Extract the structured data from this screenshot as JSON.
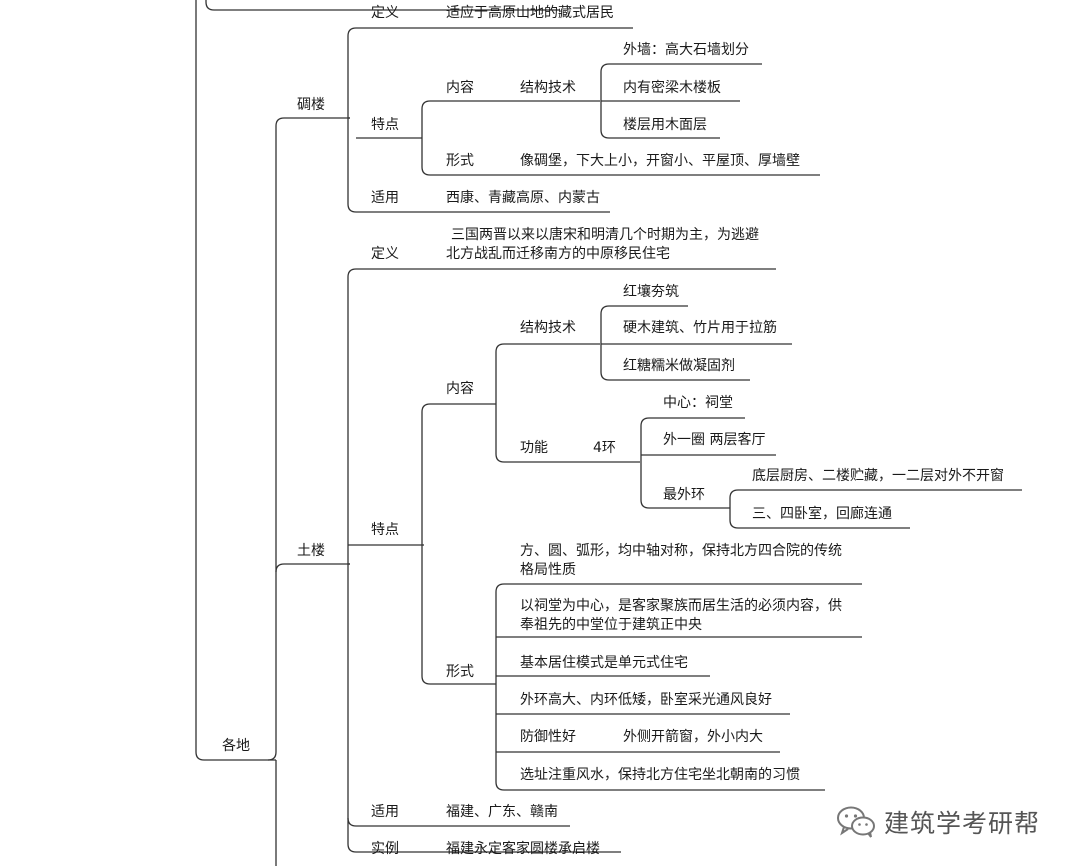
{
  "root": {
    "label": "各地"
  },
  "diaolou": {
    "label": "碉楼",
    "definition": {
      "label": "定义",
      "text": "适应于高原山地的藏式居民"
    },
    "features": {
      "label": "特点",
      "content": {
        "label": "内容",
        "structure": {
          "label": "结构技术",
          "items": [
            "外墙：高大石墙划分",
            "内有密梁木楼板",
            "楼层用木面层"
          ]
        }
      },
      "form": {
        "label": "形式",
        "text": "像碉堡，下大上小，开窗小、平屋顶、厚墙壁"
      }
    },
    "usage": {
      "label": "适用",
      "text": "西康、青藏高原、内蒙古"
    }
  },
  "tulou": {
    "label": "土楼",
    "definition": {
      "label": "定义",
      "line1": "三国两晋以来以唐宋和明清几个时期为主，为逃避",
      "line2": "北方战乱而迁移南方的中原移民住宅"
    },
    "features": {
      "label": "特点",
      "content": {
        "label": "内容",
        "structure": {
          "label": "结构技术",
          "items": [
            "红壤夯筑",
            "硬木建筑、竹片用于拉筋",
            "红糖糯米做凝固剂"
          ]
        },
        "function": {
          "label": "功能",
          "ring_label": "4环",
          "center": "中心：祠堂",
          "outer1": "外一圈 两层客厅",
          "outermost": {
            "label": "最外环",
            "items": [
              "底层厨房、二楼贮藏，一二层对外不开窗",
              "三、四卧室，回廊连通"
            ]
          }
        }
      },
      "form": {
        "label": "形式",
        "item1_line1": "方、圆、弧形，均中轴对称，保持北方四合院的传统",
        "item1_line2": "格局性质",
        "item2_line1": "以祠堂为中心，是客家聚族而居生活的必须内容，供",
        "item2_line2": "奉祖先的中堂位于建筑正中央",
        "item3": "基本居住模式是单元式住宅",
        "item4": "外环高大、内环低矮，卧室采光通风良好",
        "defense": {
          "label": "防御性好",
          "text": "外侧开箭窗，外小内大"
        },
        "item6": "选址注重风水，保持北方住宅坐北朝南的习惯"
      }
    },
    "usage": {
      "label": "适用",
      "text": "福建、广东、赣南"
    },
    "example": {
      "label": "实例",
      "text": "福建永定客家圆楼承启楼"
    }
  },
  "watermark": {
    "text": "建筑学考研帮",
    "icon": "wechat-icon"
  },
  "colors": {
    "line": "#333333",
    "text": "#1a1a1a"
  }
}
